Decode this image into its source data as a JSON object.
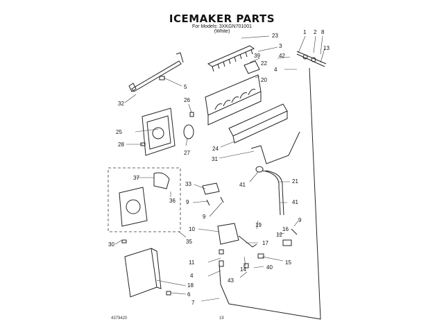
{
  "header": {
    "title": "ICEMAKER PARTS",
    "models_line": "For Models: 3XKGN701001",
    "color_line": "(White)"
  },
  "callouts": [
    "1",
    "2",
    "8",
    "13",
    "23",
    "3",
    "42",
    "4",
    "39",
    "22",
    "20",
    "5",
    "32",
    "26",
    "25",
    "27",
    "28",
    "24",
    "31",
    "41",
    "21",
    "37",
    "33",
    "9",
    "36",
    "9",
    "19",
    "41",
    "12",
    "16",
    "9",
    "10",
    "35",
    "30",
    "17",
    "11",
    "14",
    "15",
    "40",
    "4",
    "43",
    "18",
    "6",
    "7"
  ],
  "footer": {
    "doc_number": "4379420",
    "page_number": "19"
  }
}
